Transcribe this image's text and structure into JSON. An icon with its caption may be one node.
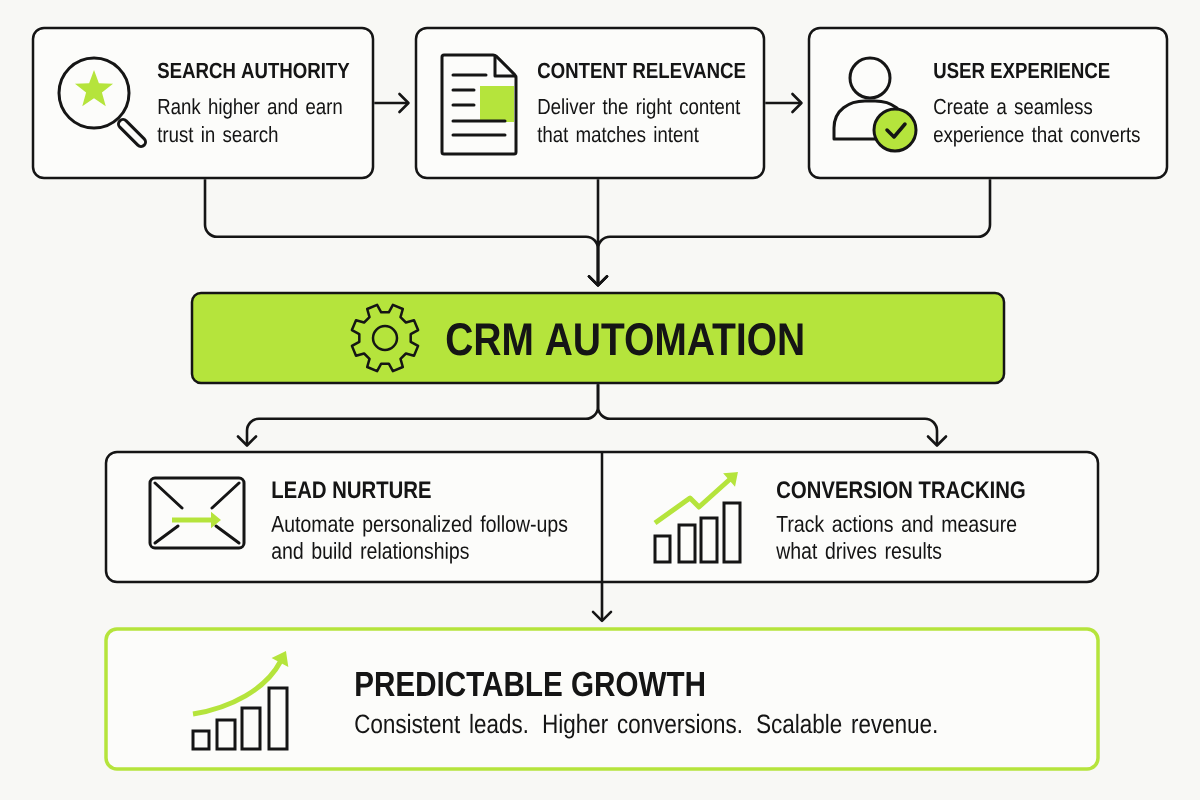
{
  "diagram": {
    "nodes": [
      {
        "text": [
          "SEARCH AUTHORITY",
          "Rank higher and earn trust in search"
        ]
      },
      {
        "text": [
          "CONTENT RELEVANCE",
          "Deliver the right content that matches intent"
        ]
      },
      {
        "text": [
          "USER EXPERIENCE",
          "Create a seamless experience that converts"
        ]
      },
      {
        "text": [
          "CRM AUTOMATION"
        ]
      },
      {
        "text": [
          "LEAD NURTURE",
          "Automate personalized follow-ups and build relationships"
        ]
      },
      {
        "text": [
          "CONVERSION TRACKING",
          "Track actions and measure what drives results"
        ]
      },
      {
        "text": [
          "PREDICTABLE GROWTH",
          "Consistent leads. Higher conversions. Scalable revenue."
        ]
      }
    ],
    "edges": [
      {
        "from": 0,
        "to": 1,
        "arrow": "to"
      },
      {
        "from": 1,
        "to": 2,
        "arrow": "to"
      },
      {
        "from": 0,
        "to": 3,
        "arrow": "to"
      },
      {
        "from": 1,
        "to": 3,
        "arrow": "to"
      },
      {
        "from": 2,
        "to": 3,
        "arrow": "to"
      },
      {
        "from": 3,
        "to": 4,
        "arrow": "to"
      },
      {
        "from": 3,
        "to": 5,
        "arrow": "to"
      },
      {
        "from": 4,
        "to": 6,
        "arrow": "to"
      },
      {
        "from": 5,
        "to": 6,
        "arrow": "to"
      }
    ]
  }
}
